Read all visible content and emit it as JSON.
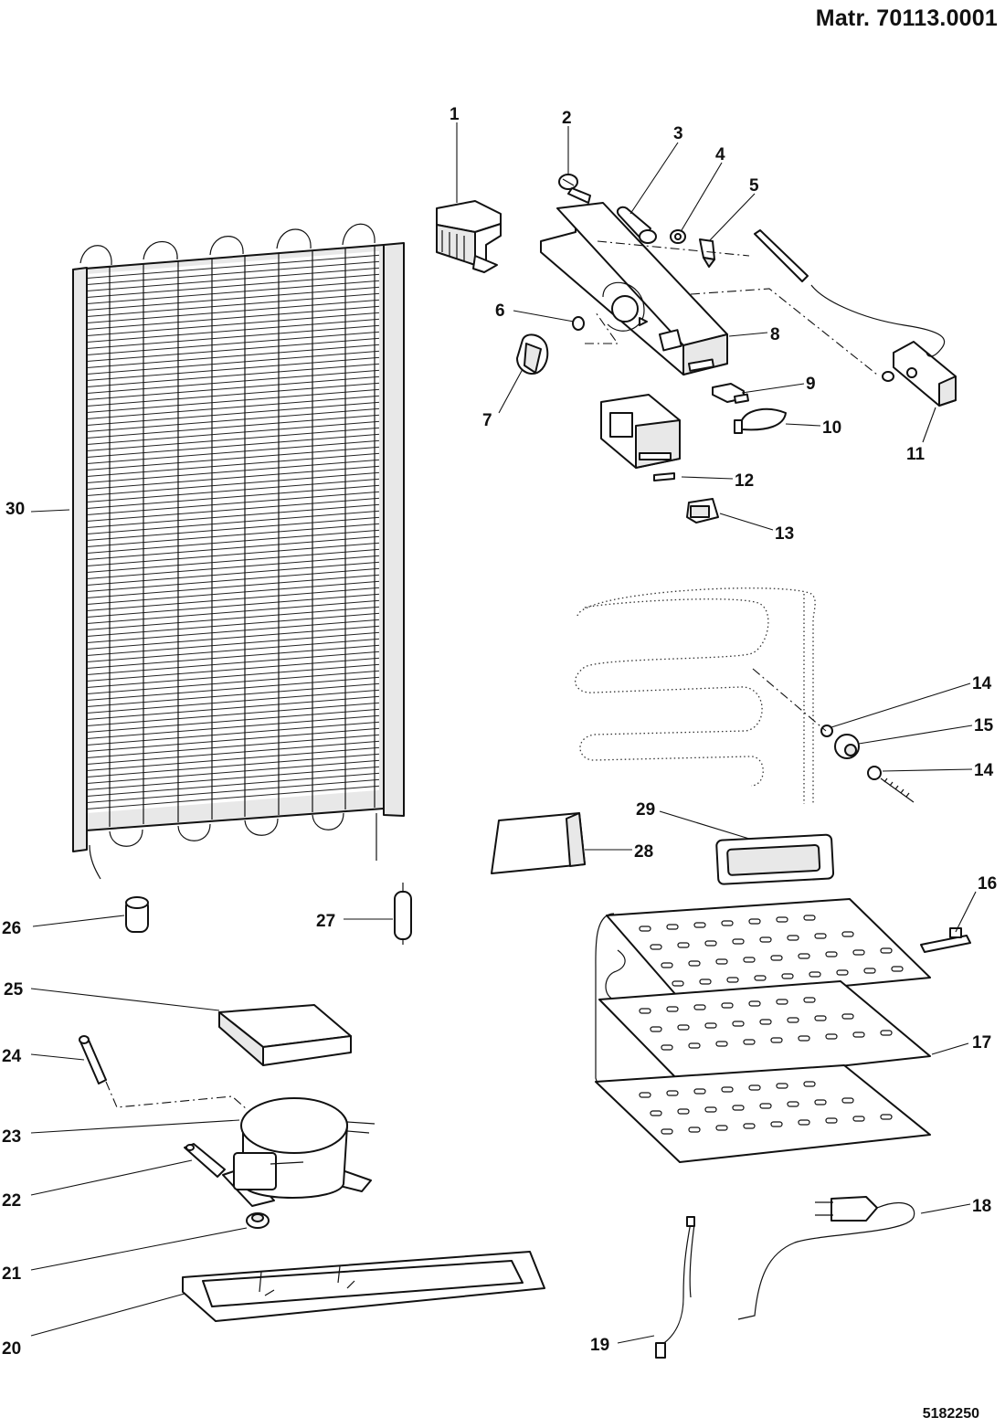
{
  "header": {
    "title": "Matr. 70113.0001"
  },
  "footer": {
    "doc_code": "5182250"
  },
  "callouts": [
    {
      "id": "1",
      "label": "1"
    },
    {
      "id": "2",
      "label": "2"
    },
    {
      "id": "3",
      "label": "3"
    },
    {
      "id": "4",
      "label": "4"
    },
    {
      "id": "5",
      "label": "5"
    },
    {
      "id": "6",
      "label": "6"
    },
    {
      "id": "7",
      "label": "7"
    },
    {
      "id": "8",
      "label": "8"
    },
    {
      "id": "9",
      "label": "9"
    },
    {
      "id": "10",
      "label": "10"
    },
    {
      "id": "11",
      "label": "11"
    },
    {
      "id": "12",
      "label": "12"
    },
    {
      "id": "13",
      "label": "13"
    },
    {
      "id": "14a",
      "label": "14"
    },
    {
      "id": "15",
      "label": "15"
    },
    {
      "id": "14b",
      "label": "14"
    },
    {
      "id": "16",
      "label": "16"
    },
    {
      "id": "17",
      "label": "17"
    },
    {
      "id": "18",
      "label": "18"
    },
    {
      "id": "19",
      "label": "19"
    },
    {
      "id": "20",
      "label": "20"
    },
    {
      "id": "21",
      "label": "21"
    },
    {
      "id": "22",
      "label": "22"
    },
    {
      "id": "23",
      "label": "23"
    },
    {
      "id": "24",
      "label": "24"
    },
    {
      "id": "25",
      "label": "25"
    },
    {
      "id": "26",
      "label": "26"
    },
    {
      "id": "27",
      "label": "27"
    },
    {
      "id": "28",
      "label": "28"
    },
    {
      "id": "29",
      "label": "29"
    },
    {
      "id": "30",
      "label": "30"
    }
  ]
}
